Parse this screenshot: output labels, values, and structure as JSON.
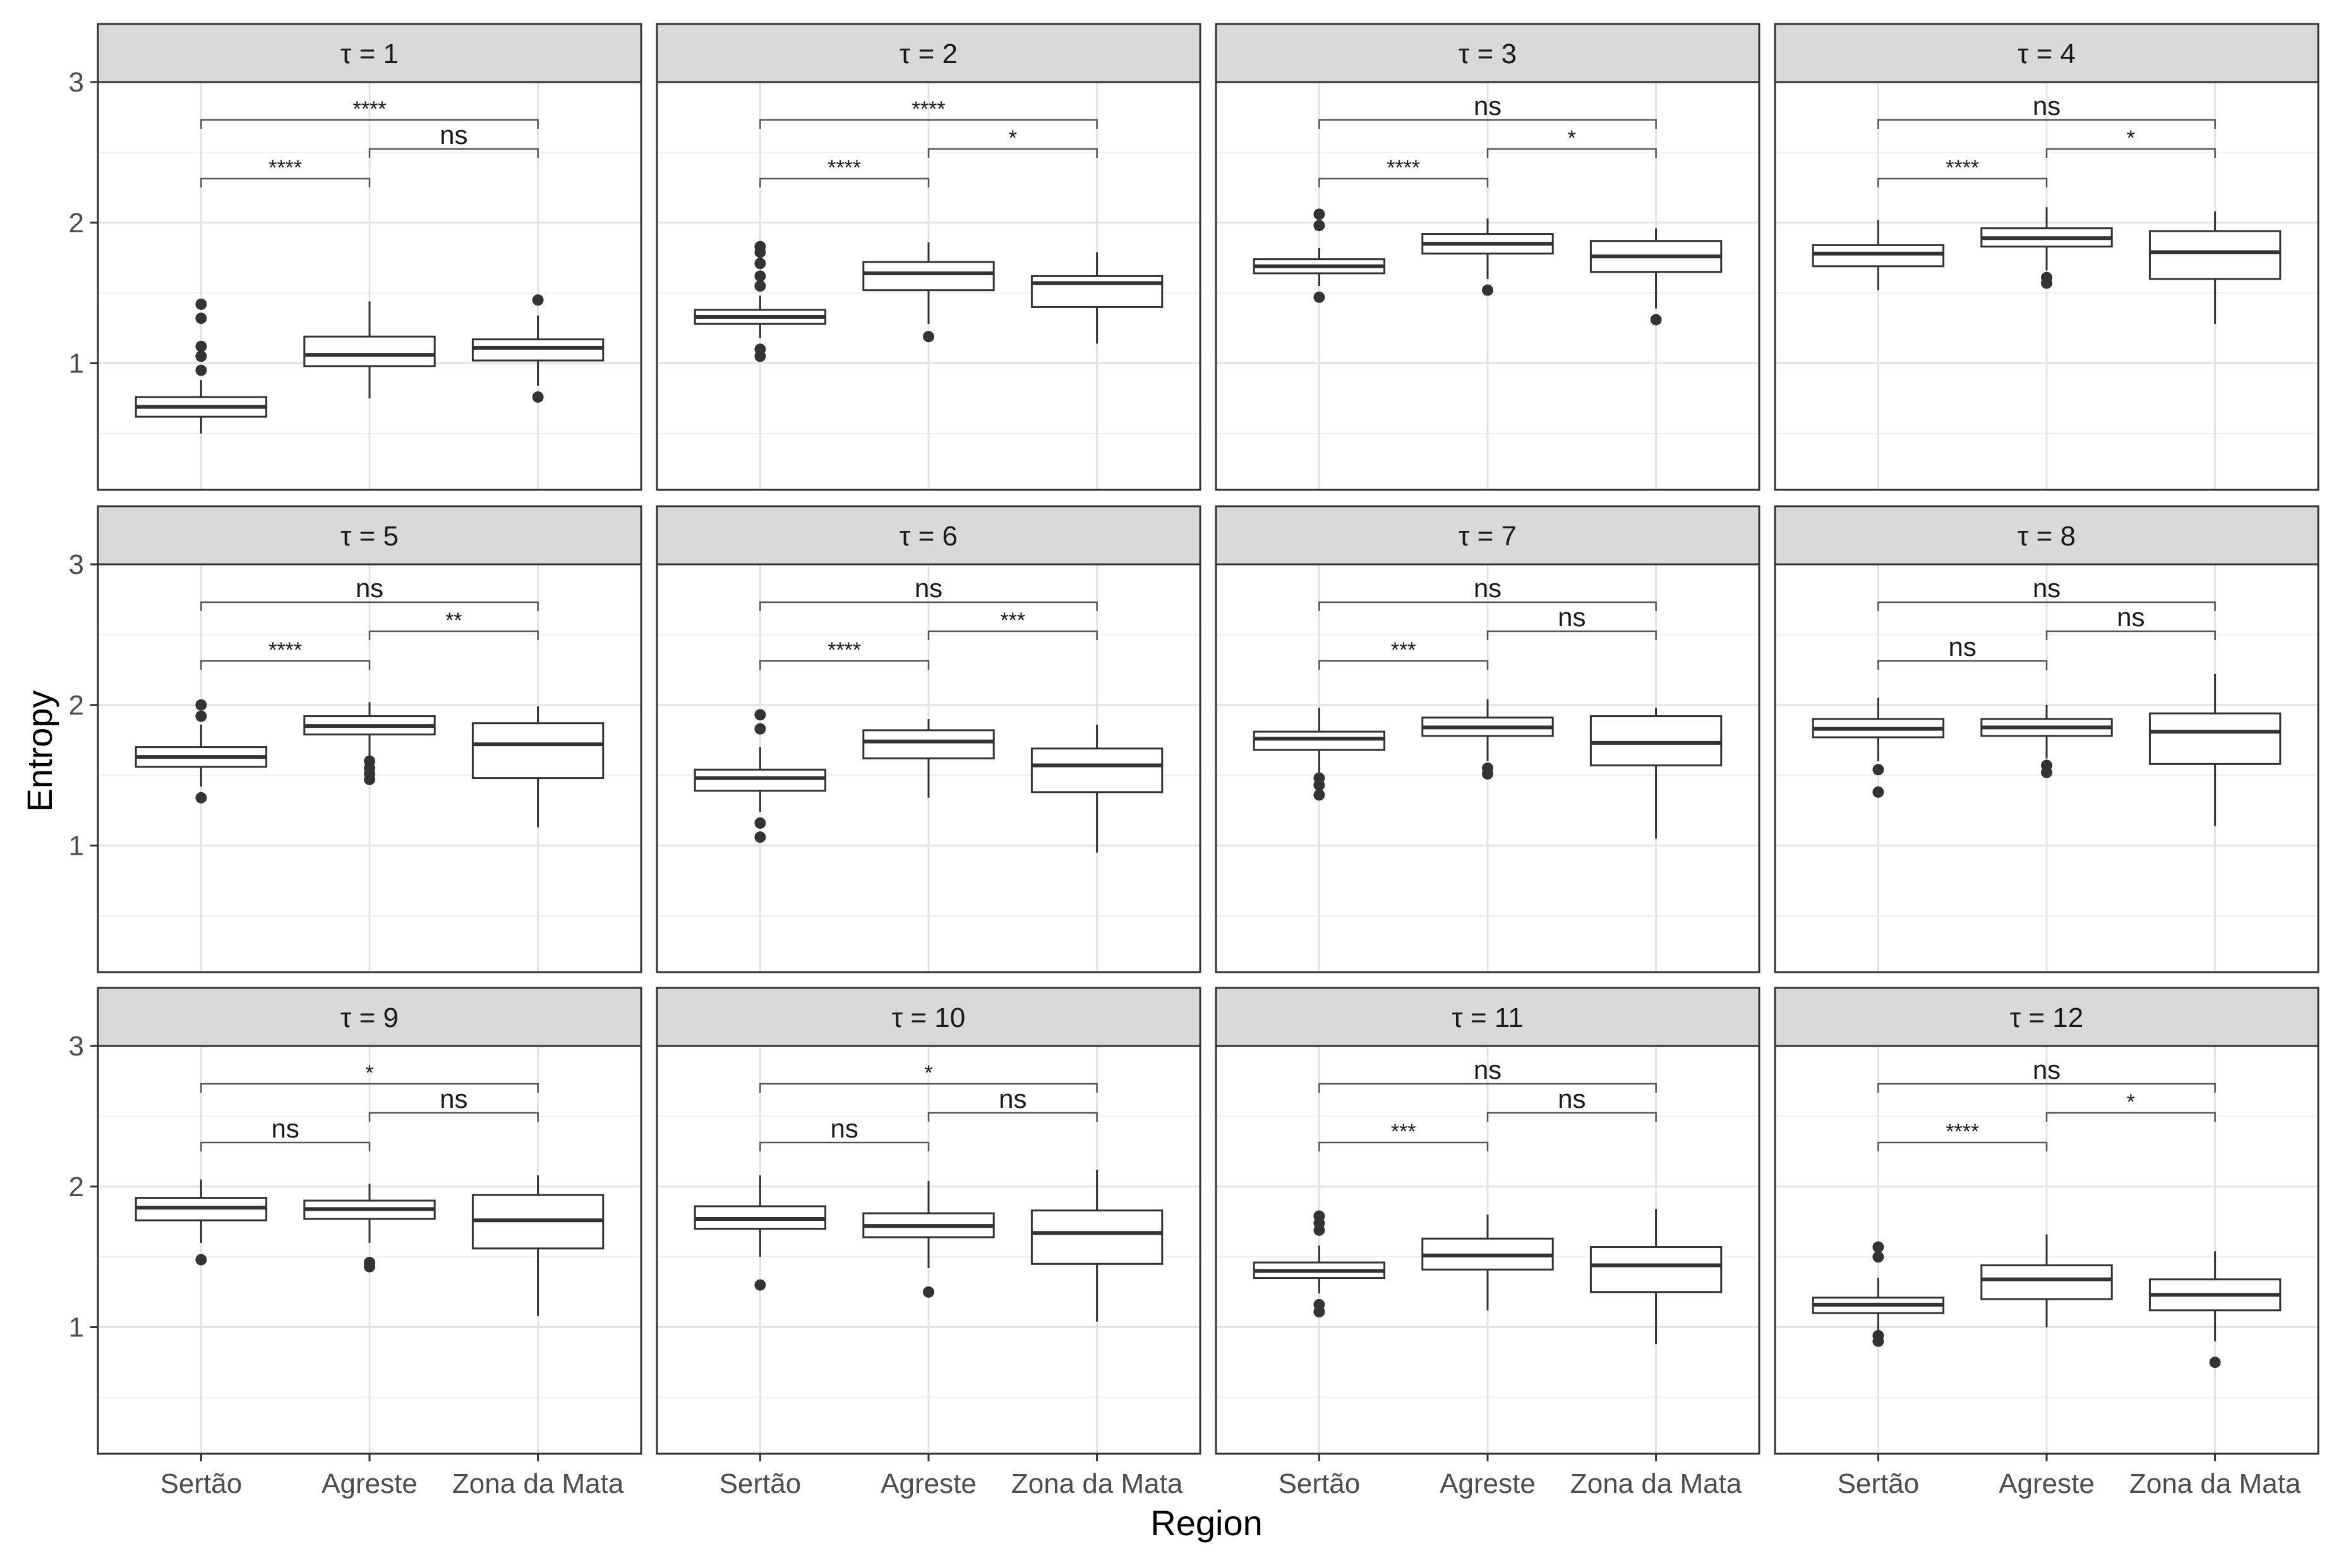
{
  "chart_data": {
    "type": "boxplot",
    "facet_label_prefix": "τ = ",
    "xlabel": "Region",
    "ylabel": "Entropy",
    "categories": [
      "Sertão",
      "Agreste",
      "Zona da Mata"
    ],
    "ylim": [
      0.1,
      3.0
    ],
    "yticks": [
      1,
      2,
      3
    ],
    "grid": true,
    "panels": [
      {
        "tau": 1,
        "boxes": [
          {
            "min": 0.5,
            "q1": 0.62,
            "median": 0.69,
            "q3": 0.76,
            "max": 0.88,
            "outliers": [
              0.95,
              1.05,
              1.12,
              1.32,
              1.42
            ]
          },
          {
            "min": 0.75,
            "q1": 0.98,
            "median": 1.06,
            "q3": 1.19,
            "max": 1.44,
            "outliers": []
          },
          {
            "min": 0.84,
            "q1": 1.02,
            "median": 1.11,
            "q3": 1.17,
            "max": 1.34,
            "outliers": [
              0.76,
              1.45
            ]
          }
        ],
        "brackets": [
          {
            "from": 0,
            "to": 1,
            "label": "****"
          },
          {
            "from": 1,
            "to": 2,
            "label": "ns"
          },
          {
            "from": 0,
            "to": 2,
            "label": "****"
          }
        ]
      },
      {
        "tau": 2,
        "boxes": [
          {
            "min": 1.18,
            "q1": 1.28,
            "median": 1.33,
            "q3": 1.38,
            "max": 1.48,
            "outliers": [
              1.05,
              1.1,
              1.55,
              1.62,
              1.71,
              1.79,
              1.83
            ]
          },
          {
            "min": 1.28,
            "q1": 1.52,
            "median": 1.64,
            "q3": 1.72,
            "max": 1.86,
            "outliers": [
              1.19
            ]
          },
          {
            "min": 1.14,
            "q1": 1.4,
            "median": 1.57,
            "q3": 1.62,
            "max": 1.79,
            "outliers": []
          }
        ],
        "brackets": [
          {
            "from": 0,
            "to": 1,
            "label": "****"
          },
          {
            "from": 1,
            "to": 2,
            "label": "*"
          },
          {
            "from": 0,
            "to": 2,
            "label": "****"
          }
        ]
      },
      {
        "tau": 3,
        "boxes": [
          {
            "min": 1.55,
            "q1": 1.64,
            "median": 1.69,
            "q3": 1.74,
            "max": 1.82,
            "outliers": [
              1.47,
              1.98,
              2.06
            ]
          },
          {
            "min": 1.6,
            "q1": 1.78,
            "median": 1.85,
            "q3": 1.92,
            "max": 2.03,
            "outliers": [
              1.52
            ]
          },
          {
            "min": 1.39,
            "q1": 1.65,
            "median": 1.76,
            "q3": 1.87,
            "max": 1.96,
            "outliers": [
              1.31
            ]
          }
        ],
        "brackets": [
          {
            "from": 0,
            "to": 1,
            "label": "****"
          },
          {
            "from": 1,
            "to": 2,
            "label": "*"
          },
          {
            "from": 0,
            "to": 2,
            "label": "ns"
          }
        ]
      },
      {
        "tau": 4,
        "boxes": [
          {
            "min": 1.52,
            "q1": 1.69,
            "median": 1.78,
            "q3": 1.84,
            "max": 2.02,
            "outliers": []
          },
          {
            "min": 1.66,
            "q1": 1.83,
            "median": 1.89,
            "q3": 1.96,
            "max": 2.11,
            "outliers": [
              1.57,
              1.61
            ]
          },
          {
            "min": 1.28,
            "q1": 1.6,
            "median": 1.79,
            "q3": 1.94,
            "max": 2.08,
            "outliers": []
          }
        ],
        "brackets": [
          {
            "from": 0,
            "to": 1,
            "label": "****"
          },
          {
            "from": 1,
            "to": 2,
            "label": "*"
          },
          {
            "from": 0,
            "to": 2,
            "label": "ns"
          }
        ]
      },
      {
        "tau": 5,
        "boxes": [
          {
            "min": 1.42,
            "q1": 1.56,
            "median": 1.63,
            "q3": 1.7,
            "max": 1.86,
            "outliers": [
              1.34,
              1.92,
              2.0
            ]
          },
          {
            "min": 1.64,
            "q1": 1.79,
            "median": 1.85,
            "q3": 1.92,
            "max": 2.02,
            "outliers": [
              1.47,
              1.51,
              1.55,
              1.6
            ]
          },
          {
            "min": 1.13,
            "q1": 1.48,
            "median": 1.72,
            "q3": 1.87,
            "max": 1.99,
            "outliers": []
          }
        ],
        "brackets": [
          {
            "from": 0,
            "to": 1,
            "label": "****"
          },
          {
            "from": 1,
            "to": 2,
            "label": "**"
          },
          {
            "from": 0,
            "to": 2,
            "label": "ns"
          }
        ]
      },
      {
        "tau": 6,
        "boxes": [
          {
            "min": 1.24,
            "q1": 1.39,
            "median": 1.48,
            "q3": 1.54,
            "max": 1.7,
            "outliers": [
              1.06,
              1.16,
              1.83,
              1.93
            ]
          },
          {
            "min": 1.34,
            "q1": 1.62,
            "median": 1.74,
            "q3": 1.82,
            "max": 1.9,
            "outliers": []
          },
          {
            "min": 0.95,
            "q1": 1.38,
            "median": 1.57,
            "q3": 1.69,
            "max": 1.86,
            "outliers": []
          }
        ],
        "brackets": [
          {
            "from": 0,
            "to": 1,
            "label": "****"
          },
          {
            "from": 1,
            "to": 2,
            "label": "***"
          },
          {
            "from": 0,
            "to": 2,
            "label": "ns"
          }
        ]
      },
      {
        "tau": 7,
        "boxes": [
          {
            "min": 1.52,
            "q1": 1.68,
            "median": 1.76,
            "q3": 1.81,
            "max": 1.98,
            "outliers": [
              1.36,
              1.43,
              1.48
            ]
          },
          {
            "min": 1.6,
            "q1": 1.78,
            "median": 1.84,
            "q3": 1.91,
            "max": 2.04,
            "outliers": [
              1.51,
              1.55
            ]
          },
          {
            "min": 1.05,
            "q1": 1.57,
            "median": 1.73,
            "q3": 1.92,
            "max": 1.98,
            "outliers": []
          }
        ],
        "brackets": [
          {
            "from": 0,
            "to": 1,
            "label": "***"
          },
          {
            "from": 1,
            "to": 2,
            "label": "ns"
          },
          {
            "from": 0,
            "to": 2,
            "label": "ns"
          }
        ]
      },
      {
        "tau": 8,
        "boxes": [
          {
            "min": 1.6,
            "q1": 1.77,
            "median": 1.83,
            "q3": 1.9,
            "max": 2.05,
            "outliers": [
              1.38,
              1.54
            ]
          },
          {
            "min": 1.62,
            "q1": 1.78,
            "median": 1.84,
            "q3": 1.9,
            "max": 2.0,
            "outliers": [
              1.52,
              1.57
            ]
          },
          {
            "min": 1.14,
            "q1": 1.58,
            "median": 1.81,
            "q3": 1.94,
            "max": 2.22,
            "outliers": []
          }
        ],
        "brackets": [
          {
            "from": 0,
            "to": 1,
            "label": "ns"
          },
          {
            "from": 1,
            "to": 2,
            "label": "ns"
          },
          {
            "from": 0,
            "to": 2,
            "label": "ns"
          }
        ]
      },
      {
        "tau": 9,
        "boxes": [
          {
            "min": 1.6,
            "q1": 1.76,
            "median": 1.85,
            "q3": 1.92,
            "max": 2.05,
            "outliers": [
              1.48
            ]
          },
          {
            "min": 1.6,
            "q1": 1.77,
            "median": 1.84,
            "q3": 1.9,
            "max": 2.02,
            "outliers": [
              1.43,
              1.46
            ]
          },
          {
            "min": 1.08,
            "q1": 1.56,
            "median": 1.76,
            "q3": 1.94,
            "max": 2.08,
            "outliers": []
          }
        ],
        "brackets": [
          {
            "from": 0,
            "to": 1,
            "label": "ns"
          },
          {
            "from": 1,
            "to": 2,
            "label": "ns"
          },
          {
            "from": 0,
            "to": 2,
            "label": "*"
          }
        ]
      },
      {
        "tau": 10,
        "boxes": [
          {
            "min": 1.5,
            "q1": 1.7,
            "median": 1.77,
            "q3": 1.86,
            "max": 2.08,
            "outliers": [
              1.3
            ]
          },
          {
            "min": 1.42,
            "q1": 1.64,
            "median": 1.72,
            "q3": 1.81,
            "max": 2.04,
            "outliers": [
              1.25
            ]
          },
          {
            "min": 1.04,
            "q1": 1.45,
            "median": 1.67,
            "q3": 1.83,
            "max": 2.12,
            "outliers": []
          }
        ],
        "brackets": [
          {
            "from": 0,
            "to": 1,
            "label": "ns"
          },
          {
            "from": 1,
            "to": 2,
            "label": "ns"
          },
          {
            "from": 0,
            "to": 2,
            "label": "*"
          }
        ]
      },
      {
        "tau": 11,
        "boxes": [
          {
            "min": 1.24,
            "q1": 1.35,
            "median": 1.4,
            "q3": 1.46,
            "max": 1.58,
            "outliers": [
              1.11,
              1.16,
              1.69,
              1.74,
              1.79
            ]
          },
          {
            "min": 1.12,
            "q1": 1.41,
            "median": 1.51,
            "q3": 1.63,
            "max": 1.8,
            "outliers": []
          },
          {
            "min": 0.88,
            "q1": 1.25,
            "median": 1.44,
            "q3": 1.57,
            "max": 1.84,
            "outliers": []
          }
        ],
        "brackets": [
          {
            "from": 0,
            "to": 1,
            "label": "***"
          },
          {
            "from": 1,
            "to": 2,
            "label": "ns"
          },
          {
            "from": 0,
            "to": 2,
            "label": "ns"
          }
        ]
      },
      {
        "tau": 12,
        "boxes": [
          {
            "min": 0.98,
            "q1": 1.1,
            "median": 1.16,
            "q3": 1.21,
            "max": 1.35,
            "outliers": [
              0.9,
              0.94,
              1.5,
              1.57
            ]
          },
          {
            "min": 1.0,
            "q1": 1.2,
            "median": 1.34,
            "q3": 1.44,
            "max": 1.66,
            "outliers": []
          },
          {
            "min": 0.9,
            "q1": 1.12,
            "median": 1.23,
            "q3": 1.34,
            "max": 1.54,
            "outliers": [
              0.75
            ]
          }
        ],
        "brackets": [
          {
            "from": 0,
            "to": 1,
            "label": "****"
          },
          {
            "from": 1,
            "to": 2,
            "label": "*"
          },
          {
            "from": 0,
            "to": 2,
            "label": "ns"
          }
        ]
      }
    ]
  }
}
